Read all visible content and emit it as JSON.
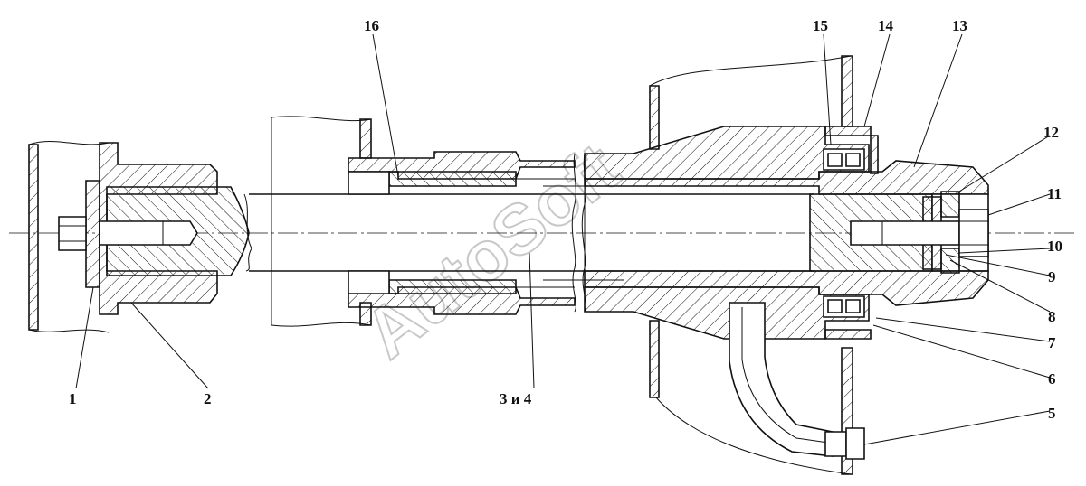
{
  "watermark": "AutoSoft",
  "callouts": {
    "c1": "1",
    "c2": "2",
    "c3_4": "3 и 4",
    "c5": "5",
    "c6": "6",
    "c7": "7",
    "c8": "8",
    "c9": "9",
    "c10": "10",
    "c11": "11",
    "c12": "12",
    "c13": "13",
    "c14": "14",
    "c15": "15",
    "c16": "16"
  }
}
